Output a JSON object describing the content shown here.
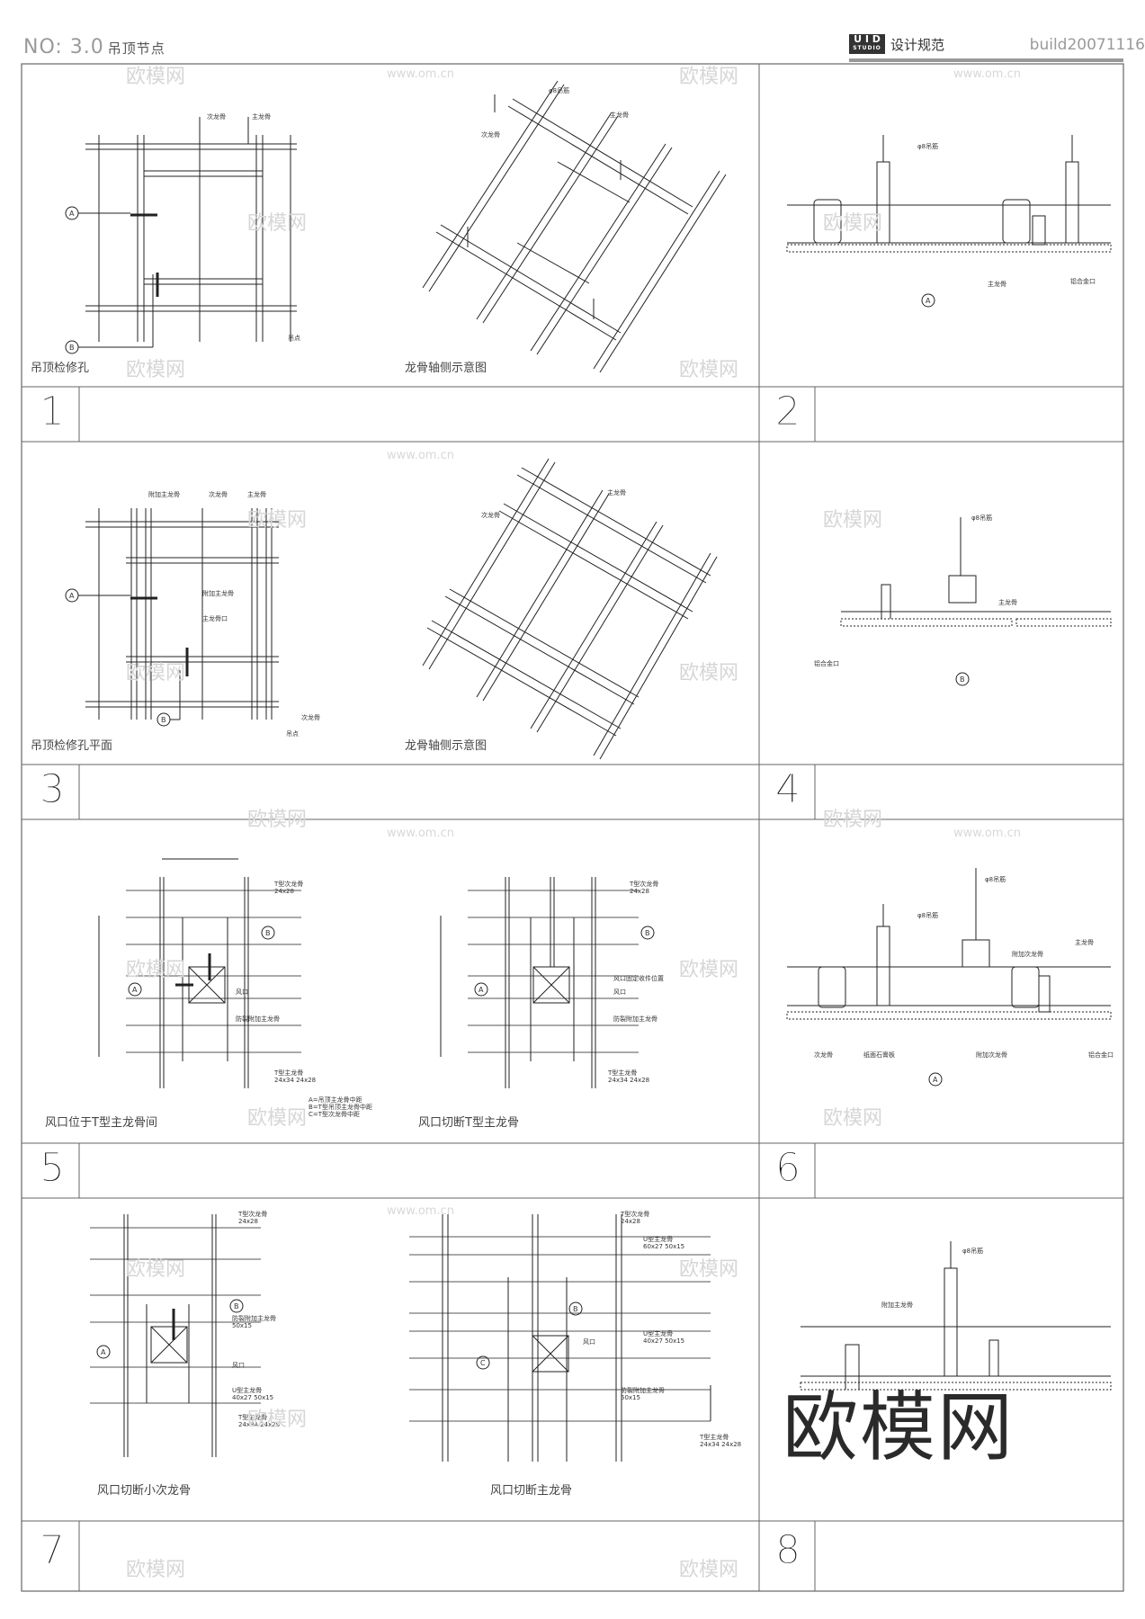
{
  "header": {
    "title": "NO: 3.0",
    "title_cn": "吊顶节点",
    "logo_top": "U I D",
    "logo_bottom": "STUDIO",
    "logo_text": "设计规范",
    "build": "build20071116"
  },
  "panels": [
    {
      "num": "1",
      "caption_left": "吊顶检修孔",
      "caption_right": "龙骨轴侧示意图"
    },
    {
      "num": "2"
    },
    {
      "num": "3",
      "caption_left": "吊顶检修孔平面",
      "caption_right": "龙骨轴侧示意图"
    },
    {
      "num": "4"
    },
    {
      "num": "5",
      "caption_left": "风口位于T型主龙骨间",
      "caption_right": "风口切断T型主龙骨"
    },
    {
      "num": "6"
    },
    {
      "num": "7",
      "caption_left": "风口切断小次龙骨",
      "caption_right": "风口切断主龙骨"
    },
    {
      "num": "8"
    }
  ],
  "labels": {
    "ciLongGu": "次龙骨",
    "zhuLongGu": "主龙骨",
    "diaoDian": "吊点",
    "diaoJin": "φ8吊筋",
    "lvHeJin": "铝合金口",
    "fuJiaZhu": "附加主龙骨",
    "zhuLongKou": "主龙骨口",
    "tXingCi": "T型次龙骨",
    "tXingZhu": "T型主龙骨",
    "size24x28": "24x28",
    "size24x34": "24x34 24x28",
    "fengKou": "风口",
    "fangLieFuJia": "防裂附加主龙骨",
    "fengKouDui": "风口固定收件位置",
    "uXingZhu": "U型主龙骨",
    "size60x27": "60x27 50x15",
    "size40x27": "40x27 50x15",
    "size50x15": "50x15",
    "zhiMianShiGao": "纸面石膏板",
    "fuJiaCi": "附加次龙骨",
    "markerA": "A",
    "markerB": "B",
    "markerC": "C",
    "noteA": "A=吊顶主龙骨中距",
    "noteB": "B=T型吊顶主龙骨中距",
    "noteC": "C=T型次龙骨中距"
  },
  "watermarks": {
    "site": "www.om.cn",
    "brand": "欧模网"
  }
}
